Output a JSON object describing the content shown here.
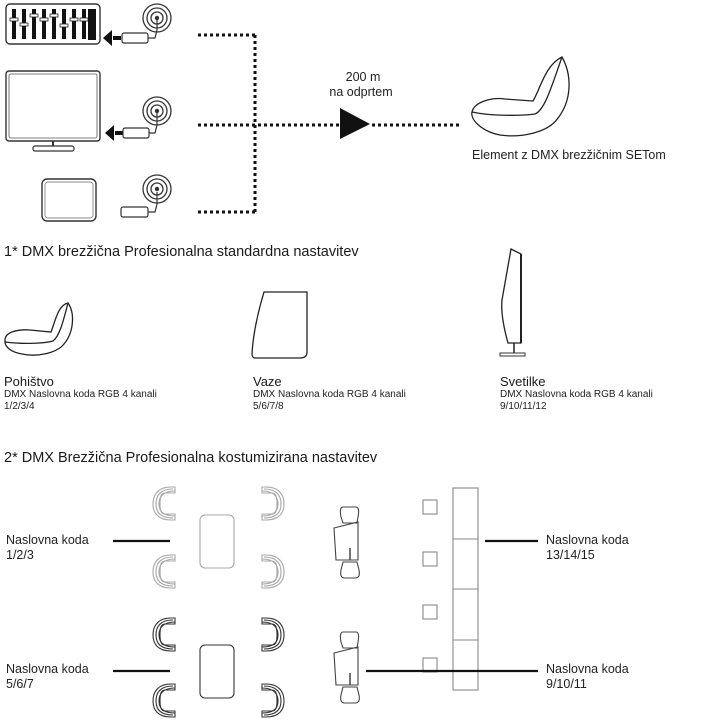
{
  "top": {
    "range_label": "200 m",
    "range_sub": "na odprtem",
    "element_label": "Element z DMX brezžičnim SETom",
    "sources": [
      {
        "name": "mixing-console",
        "icon": "mixer-icon"
      },
      {
        "name": "monitor",
        "icon": "monitor-icon"
      },
      {
        "name": "tablet",
        "icon": "tablet-icon"
      }
    ]
  },
  "section1": {
    "title": "1* DMX brezžična Profesionalna standardna nastavitev",
    "items": [
      {
        "name": "Pohištvo",
        "desc": "DMX Naslovna koda RGB 4 kanali",
        "codes": "1/2/3/4"
      },
      {
        "name": "Vaze",
        "desc": "DMX Naslovna koda RGB 4 kanali",
        "codes": "5/6/7/8"
      },
      {
        "name": "Svetilke",
        "desc": "DMX Naslovna koda RGB 4 kanali",
        "codes": "9/10/11/12"
      }
    ]
  },
  "section2": {
    "title": "2* DMX Brezžična Profesionalna kostumizirana nastavitev",
    "callouts": [
      {
        "label": "Naslovna koda",
        "codes": "1/2/3"
      },
      {
        "label": "Naslovna koda",
        "codes": "5/6/7"
      },
      {
        "label": "Naslovna koda",
        "codes": "13/14/15"
      },
      {
        "label": "Naslovna koda",
        "codes": "9/10/11"
      }
    ]
  },
  "colors": {
    "ink": "#1a1a1a",
    "faded": "#a8a8a8",
    "mid": "#888888"
  }
}
